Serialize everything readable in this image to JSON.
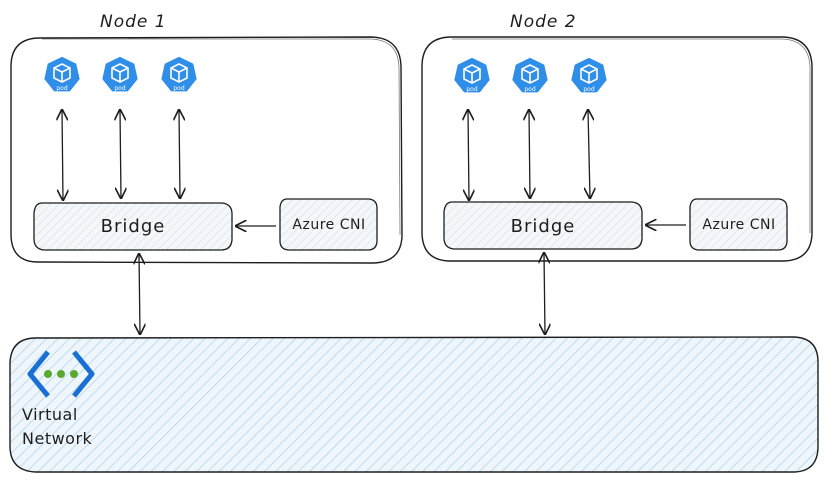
{
  "nodes": [
    {
      "label": "Node 1",
      "bridge": "Bridge",
      "cni": "Azure CNI",
      "pods": [
        "pod",
        "pod",
        "pod"
      ]
    },
    {
      "label": "Node 2",
      "bridge": "Bridge",
      "cni": "Azure CNI",
      "pods": [
        "pod",
        "pod",
        "pod"
      ]
    }
  ],
  "vnet": {
    "line1": "Virtual",
    "line2": "Network"
  },
  "icons": {
    "pod": "kubernetes-pod-icon",
    "vnet": "virtual-network-icon"
  },
  "colors": {
    "pod": "#2f8ee8",
    "vnet_icon": "#1a6fd4",
    "vnet_dots": "#5aa82e",
    "hatch": "#a9d0ec",
    "bridge_hatch": "#c9d6e0",
    "stroke": "#1e1e1e"
  }
}
